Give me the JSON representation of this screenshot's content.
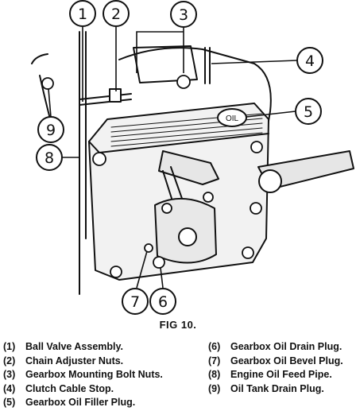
{
  "figure": {
    "caption": "FIG 10.",
    "callouts": [
      "1",
      "2",
      "3",
      "4",
      "5",
      "6",
      "7",
      "8",
      "9"
    ],
    "oil_plug_label": "OIL"
  },
  "legend": [
    {
      "num": "(1)",
      "text": "Ball Valve Assembly."
    },
    {
      "num": "(2)",
      "text": "Chain Adjuster Nuts."
    },
    {
      "num": "(3)",
      "text": "Gearbox Mounting Bolt Nuts."
    },
    {
      "num": "(4)",
      "text": "Clutch Cable Stop."
    },
    {
      "num": "(5)",
      "text": "Gearbox Oil Filler Plug."
    },
    {
      "num": "(6)",
      "text": "Gearbox Oil Drain Plug."
    },
    {
      "num": "(7)",
      "text": "Gearbox Oil Bevel Plug."
    },
    {
      "num": "(8)",
      "text": "Engine Oil Feed Pipe."
    },
    {
      "num": "(9)",
      "text": "Oil Tank Drain Plug."
    }
  ]
}
